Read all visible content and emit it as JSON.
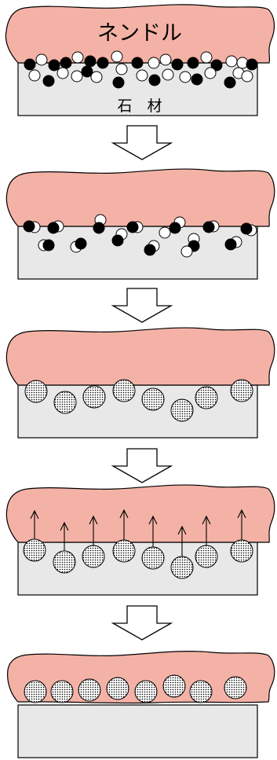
{
  "labels": {
    "poultice": "ネンドル",
    "stone": "石　材"
  },
  "colors": {
    "poultice": "#f4b2a6",
    "stone": "#e8e8e8",
    "outline": "#000000"
  },
  "stages": [
    {
      "name": "contaminant-on-stone",
      "particle_style": "black-white-pairs"
    },
    {
      "name": "pairs-interacting",
      "particle_style": "black-white-pairs"
    },
    {
      "name": "stained-particles-formed",
      "particle_style": "dotted-circles"
    },
    {
      "name": "particles-pulled-up",
      "particle_style": "dotted-circles-with-arrows"
    },
    {
      "name": "particles-in-poultice",
      "particle_style": "dotted-circles-detached"
    }
  ]
}
